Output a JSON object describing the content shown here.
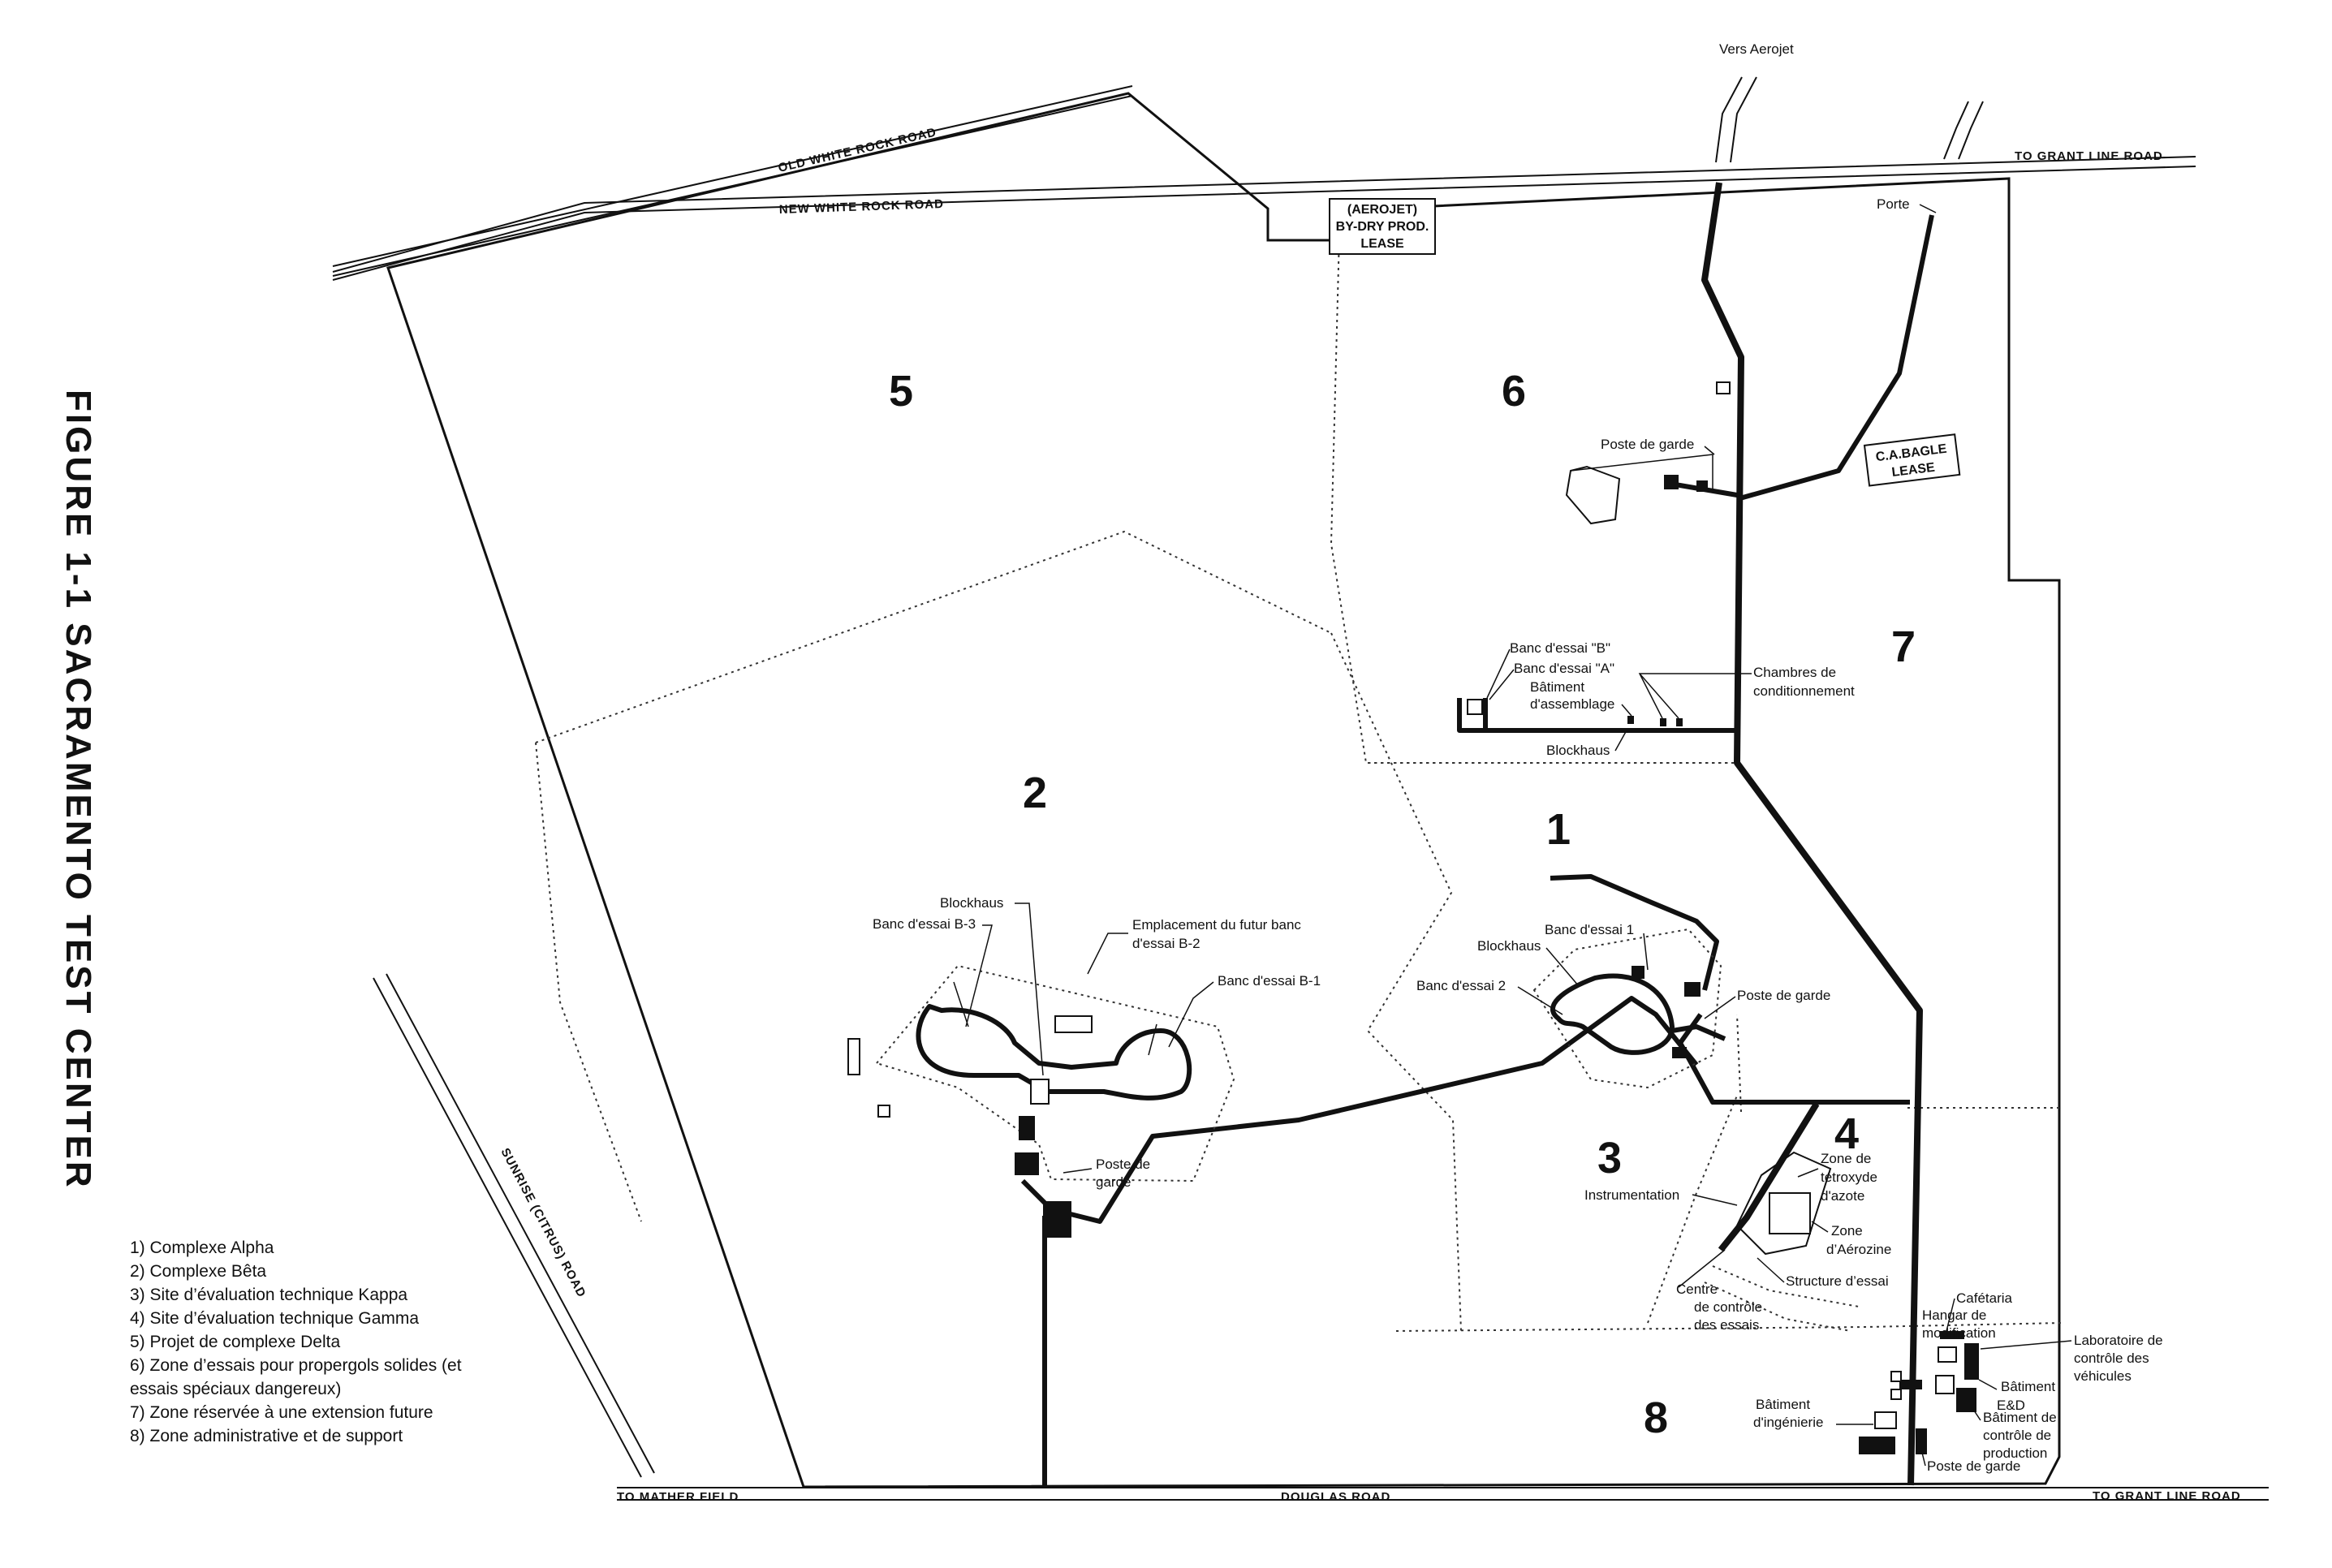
{
  "figure_title": "FIGURE 1-1  SACRAMENTO TEST CENTER",
  "legend": [
    "1) Complexe Alpha",
    "2) Complexe Bêta",
    "3) Site d’évaluation technique Kappa",
    "4) Site d’évaluation technique Gamma",
    "5) Projet de complexe Delta",
    "6) Zone d’essais pour propergols solides (et",
    "essais spéciaux dangereux)",
    "7) Zone réservée à une extension future",
    "8) Zone administrative et de support"
  ],
  "roads": {
    "old_white_rock": "OLD WHITE ROCK ROAD",
    "new_white_rock": "NEW WHITE ROCK ROAD",
    "grant_line_top": "TO GRANT LINE ROAD",
    "grant_line_bottom": "TO GRANT LINE ROAD",
    "mather_field": "TO MATHER FIELD",
    "douglas": "DOUGLAS ROAD",
    "sunrise": "SUNRISE (CITRUS) ROAD",
    "vers_aerojet": "Vers Aerojet"
  },
  "leases": {
    "aerojet_l1": "(AEROJET)",
    "aerojet_l2": "BY-DRY PROD.",
    "aerojet_l3": "LEASE",
    "bagle_l1": "C.A.BAGLE",
    "bagle_l2": "LEASE"
  },
  "zones": {
    "z1": "1",
    "z2": "2",
    "z3": "3",
    "z4": "4",
    "z5": "5",
    "z6": "6",
    "z7": "7",
    "z8": "8"
  },
  "labels": {
    "porte": "Porte",
    "poste_garde_6": "Poste de garde",
    "banc_b": "Banc d'essai \"B\"",
    "banc_a": "Banc d'essai \"A\"",
    "batiment_assemblage_1": "Bâtiment",
    "batiment_assemblage_2": "d'assemblage",
    "chambres_1": "Chambres de",
    "chambres_2": "conditionnement",
    "blockhaus_6": "Blockhaus",
    "blockhaus_2": "Blockhaus",
    "banc_b3": "Banc d'essai B-3",
    "futur_b2_1": "Emplacement du futur banc",
    "futur_b2_2": "d'essai B-2",
    "banc_b1": "Banc d'essai B-1",
    "poste_garde_2_1": "Poste de",
    "poste_garde_2_2": "garde",
    "banc_1": "Banc d'essai 1",
    "blockhaus_1": "Blockhaus",
    "banc_2": "Banc d'essai 2",
    "poste_garde_1": "Poste de garde",
    "instrumentation": "Instrumentation",
    "tetroxyde_1": "Zone de",
    "tetroxyde_2": "tétroxyde",
    "tetroxyde_3": "d'azote",
    "aerozine_1": "Zone",
    "aerozine_2": "d’Aérozine",
    "structure": "Structure d’essai",
    "centre_1": "Centre",
    "centre_2": "de contrôle",
    "centre_3": "des essais",
    "cafetaria": "Cafétaria",
    "hangar_1": "Hangar de",
    "hangar_2": "modification",
    "labo_1": "Laboratoire de",
    "labo_2": "contrôle des",
    "labo_3": "véhicules",
    "batiment_ed_1": "Bâtiment",
    "batiment_ed_2": "E&D",
    "ingenierie_1": "Bâtiment",
    "ingenierie_2": "d'ingénierie",
    "controle_prod_1": "Bâtiment de",
    "controle_prod_2": "contrôle de",
    "controle_prod_3": "production",
    "poste_garde_8": "Poste de garde"
  }
}
